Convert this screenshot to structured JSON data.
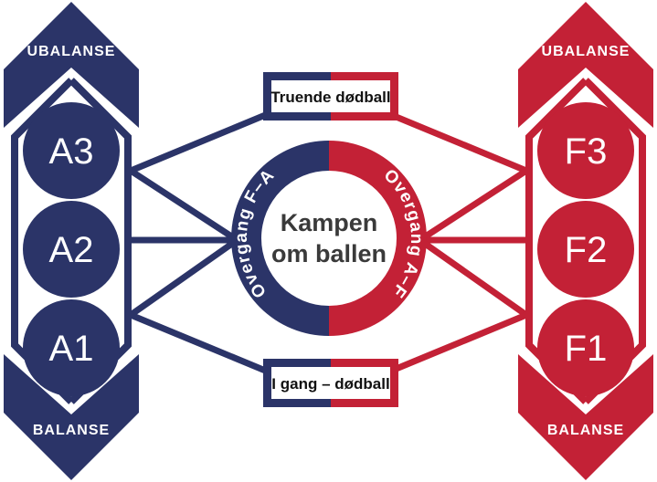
{
  "diagram": {
    "colors": {
      "navy": "#2b3468",
      "red": "#c32136",
      "white": "#ffffff",
      "title_text": "#3a3a3a",
      "box_text": "#111111"
    },
    "left_arrow": {
      "top_label": "UBALANSE",
      "bottom_label": "BALANSE",
      "nodes": [
        "A3",
        "A2",
        "A1"
      ]
    },
    "right_arrow": {
      "top_label": "UBALANSE",
      "bottom_label": "BALANSE",
      "nodes": [
        "F3",
        "F2",
        "F1"
      ]
    },
    "center": {
      "title_line1": "Kampen",
      "title_line2": "om ballen",
      "arc_left_label": "Overgang F–A",
      "arc_right_label": "Overgang A–F"
    },
    "top_box": {
      "label": "Truende dødball"
    },
    "bottom_box": {
      "label": "I gang – dødball"
    }
  }
}
